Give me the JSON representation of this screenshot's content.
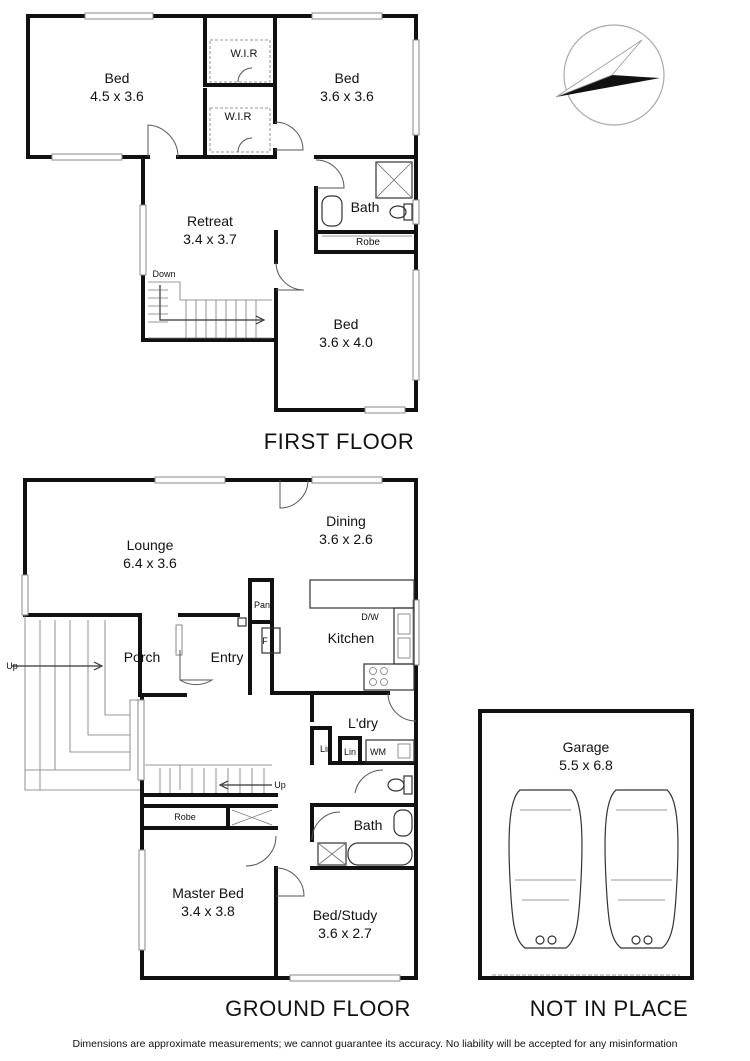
{
  "first_floor": {
    "title": "FIRST FLOOR",
    "rooms": [
      {
        "name": "Bed",
        "size": "4.5 x 3.6"
      },
      {
        "name": "Bed",
        "size": "3.6 x 3.6"
      },
      {
        "name": "Retreat",
        "size": "3.4 x 3.7"
      },
      {
        "name": "Bed",
        "size": "3.6 x 4.0"
      }
    ],
    "labels": {
      "wir1": "W.I.R",
      "wir2": "W.I.R",
      "bath": "Bath",
      "robe": "Robe",
      "down": "Down"
    }
  },
  "ground_floor": {
    "title": "GROUND FLOOR",
    "rooms": [
      {
        "name": "Lounge",
        "size": "6.4 x 3.6"
      },
      {
        "name": "Dining",
        "size": "3.6 x 2.6"
      },
      {
        "name": "Kitchen",
        "size": ""
      },
      {
        "name": "Porch",
        "size": ""
      },
      {
        "name": "Entry",
        "size": ""
      },
      {
        "name": "L'dry",
        "size": ""
      },
      {
        "name": "Bath",
        "size": ""
      },
      {
        "name": "Master Bed",
        "size": "3.4 x 3.8"
      },
      {
        "name": "Bed/Study",
        "size": "3.6 x 2.7"
      }
    ],
    "labels": {
      "pan": "Pan",
      "fridge": "F",
      "dw": "D/W",
      "lin1": "Lin",
      "lin2": "Lin",
      "wm": "WM",
      "robe": "Robe",
      "up1": "Up",
      "up2": "Up"
    }
  },
  "garage": {
    "title": "NOT IN PLACE",
    "room": {
      "name": "Garage",
      "size": "5.5 x 6.8"
    }
  },
  "compass": {
    "icon": "north-arrow-icon"
  },
  "disclaimer": "Dimensions are approximate measurements; we cannot guarantee its accuracy. No liability will be accepted for any misinformation"
}
